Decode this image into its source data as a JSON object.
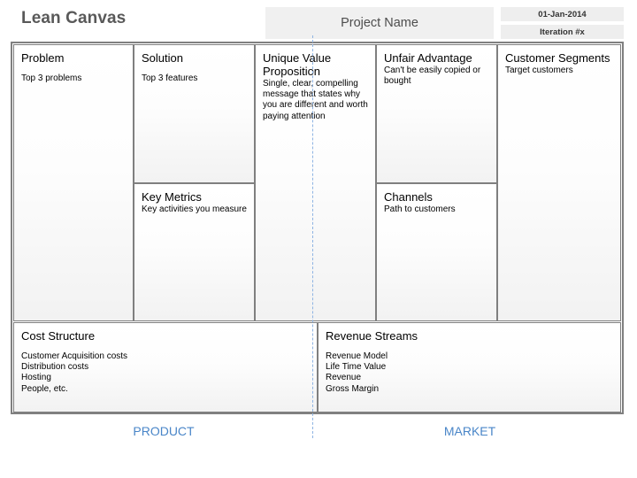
{
  "header": {
    "title": "Lean Canvas",
    "project_name": "Project Name",
    "date": "01-Jan-2014",
    "iteration": "Iteration #x"
  },
  "canvas": {
    "problem": {
      "title": "Problem",
      "body": "Top 3 problems"
    },
    "solution": {
      "title": "Solution",
      "body": "Top 3 features"
    },
    "key_metrics": {
      "title": "Key Metrics",
      "body": "Key activities you measure"
    },
    "uvp": {
      "title": "Unique Value Proposition",
      "body": "Single, clear, compelling message that states why you are different and worth paying attention"
    },
    "unfair_advantage": {
      "title": "Unfair Advantage",
      "body": "Can't be easily copied or bought"
    },
    "channels": {
      "title": "Channels",
      "body": "Path to customers"
    },
    "customer_segments": {
      "title": "Customer Segments",
      "body": "Target customers"
    },
    "cost_structure": {
      "title": "Cost Structure",
      "items": [
        "Customer Acquisition costs",
        "Distribution costs",
        "Hosting",
        "People, etc."
      ]
    },
    "revenue_streams": {
      "title": "Revenue Streams",
      "items": [
        "Revenue Model",
        "Life Time Value",
        "Revenue",
        "Gross Margin"
      ]
    }
  },
  "footer": {
    "product_label": "PRODUCT",
    "market_label": "MARKET"
  },
  "colors": {
    "accent_blue": "#4a86c8",
    "divider_blue": "#8eb4e3",
    "frame_gray": "#808080",
    "title_gray": "#595959"
  }
}
